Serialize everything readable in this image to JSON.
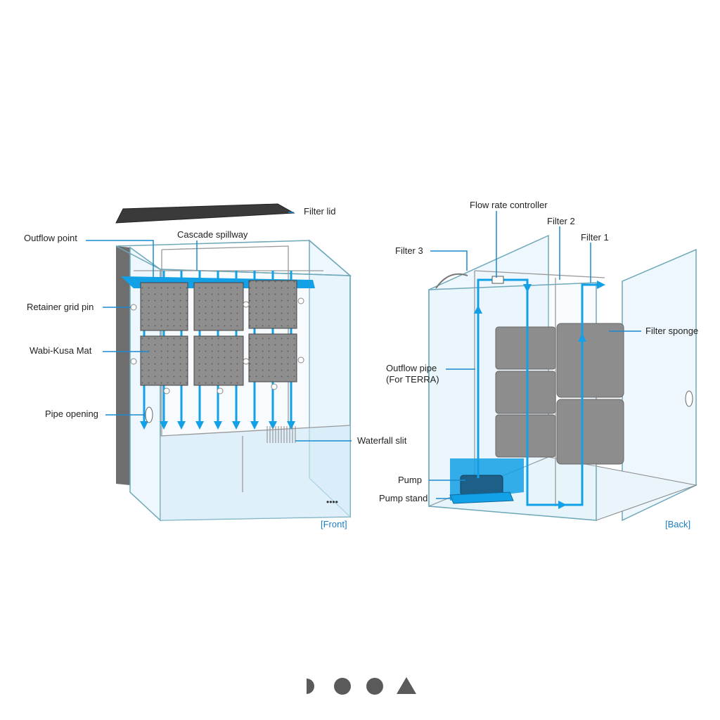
{
  "front_view": {
    "caption": "[Front]",
    "labels": {
      "filter_lid": "Filter lid",
      "outflow_point": "Outflow point",
      "cascade_spillway": "Cascade spillway",
      "retainer_grid_pin": "Retainer grid pin",
      "wabi_kusa_mat": "Wabi-Kusa Mat",
      "pipe_opening": "Pipe opening",
      "waterfall_slit": "Waterfall slit"
    }
  },
  "back_view": {
    "caption": "[Back]",
    "labels": {
      "flow_rate_controller": "Flow rate controller",
      "filter_2": "Filter 2",
      "filter_1": "Filter 1",
      "filter_3": "Filter 3",
      "filter_sponge": "Filter sponge",
      "outflow_pipe": "Outflow pipe",
      "outflow_pipe_note": "(For TERRA)",
      "pump": "Pump",
      "pump_stand": "Pump stand"
    }
  },
  "brand_logo": "DOOA",
  "colors": {
    "water_flow": "#12a0e6",
    "caption": "#1a7fc4",
    "logo": "#5a5a5a"
  }
}
